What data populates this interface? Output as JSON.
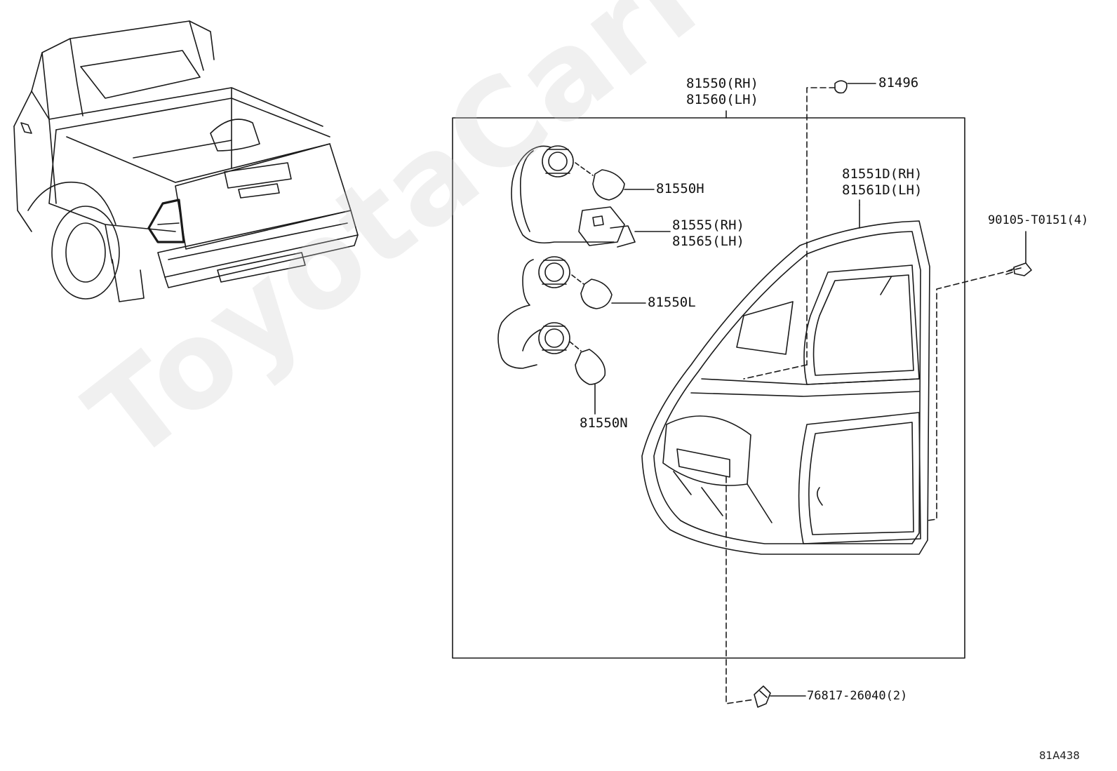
{
  "watermark": "ToyotaCarMine.ru",
  "diagram_code": "81A438",
  "parts": {
    "lamp_assy_rh": "81550(RH)",
    "lamp_assy_lh": "81560(LH)",
    "nut": "81496",
    "lens_rh": "81551D(RH)",
    "lens_lh": "81561D(LH)",
    "screw": "90105-T0151(4)",
    "bulb_h": "81550H",
    "socket_rh": "81555(RH)",
    "socket_lh": "81565(LH)",
    "bulb_l": "81550L",
    "bulb_n": "81550N",
    "clip": "76817-26040(2)"
  },
  "colors": {
    "line": "#1a1a1a",
    "watermark": "#c8c8c8"
  }
}
